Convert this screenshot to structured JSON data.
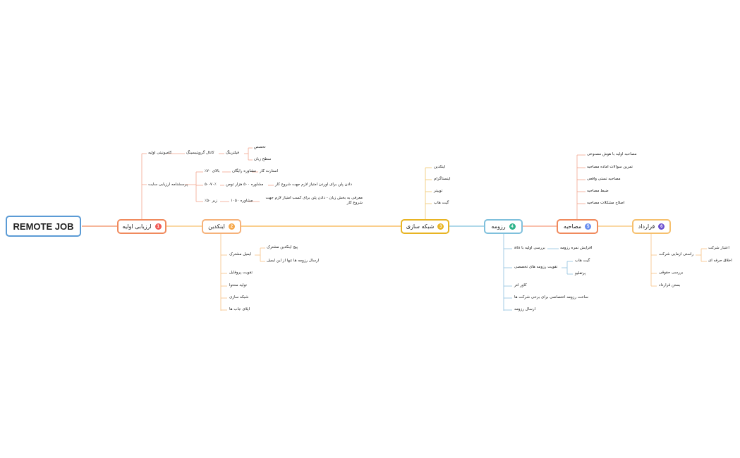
{
  "root": "REMOTE JOB",
  "branches": [
    {
      "num": "1",
      "label": "ارزیابی اولیه",
      "color": "#f05b55"
    },
    {
      "num": "2",
      "label": "اینکدین",
      "color": "#f6a84b"
    },
    {
      "num": "3",
      "label": "شبکه سازی",
      "color": "#e8b423"
    },
    {
      "num": "4",
      "label": "رزومه",
      "color": "#2db38a"
    },
    {
      "num": "5",
      "label": "مصاحبه",
      "color": "#6b8ff0"
    },
    {
      "num": "6",
      "label": "قرارداد",
      "color": "#6b4fd0"
    }
  ],
  "n1": {
    "camp": "کامیونیتی اولیه",
    "kanal": "کانال گروپتیسینگ",
    "filter": "فیلترینگ",
    "takhasos": "تخصص",
    "sath": "سطح زبان",
    "porsesh": "پرسشنامه ارزیابی سایت",
    "b70": "بالای ۷۰٪",
    "ra": "مشاوره رایگان",
    "start": "استارت کار",
    "r5070": "۵۰-۷۰٪",
    "m500": "مشاوره ۵۰۰ هزار تومن",
    "plan1": "دادن پلن برای اوردن امتیاز لازم جهت شروع کار",
    "z50": "زیر ۵۰٪",
    "m1050": "مشاوره ۱۰۵۰",
    "plan2": "معرفی به بخش زبان - دادن پلن برای کسب امتیاز لازم جهت شروع کار"
  },
  "n2": {
    "email": "ایمیل مشترک",
    "page": "پیج اینکدین مشترک",
    "send": "ارسال رزومه ها تنها از این ایمیل",
    "profile": "تقویت پروفایل",
    "content": "تولید محتوا",
    "network": "شبکه سازی",
    "jobs": "اپلای جاب ها"
  },
  "n3": [
    "اینکدین",
    "اینستاگرام",
    "توییتر",
    "گیت هاب"
  ],
  "n4": {
    "ats": "بررسی اولیه با ats",
    "nomre": "افزایش نمره رزومه",
    "taghviat": "تقویت رزومه های تخصصی",
    "github": "گیت هاب",
    "portfolio": "پرتفلیو",
    "cover": "کاور لتر",
    "ekhtesasi": "ساخت رزومه اختصاصی برای برخی شرکت ها",
    "ersal": "ارسال رزومه"
  },
  "n5": [
    "مصاحبه اولیه با هوش مصنوعی",
    "تمرین سوالات اماده مصاحبه",
    "مصاحبه تستی واقعی",
    "ضبط مصاحبه",
    "اصلاح مشکلات مصاحبه"
  ],
  "n6": {
    "rasti": "راستی ازمایی شرکت",
    "etebar": "اعتبار شرکت",
    "akhlagh": "اخلاق حرفه ای",
    "hoghoghi": "بررسی حقوقی",
    "bastan": "بستن قرارداد"
  }
}
